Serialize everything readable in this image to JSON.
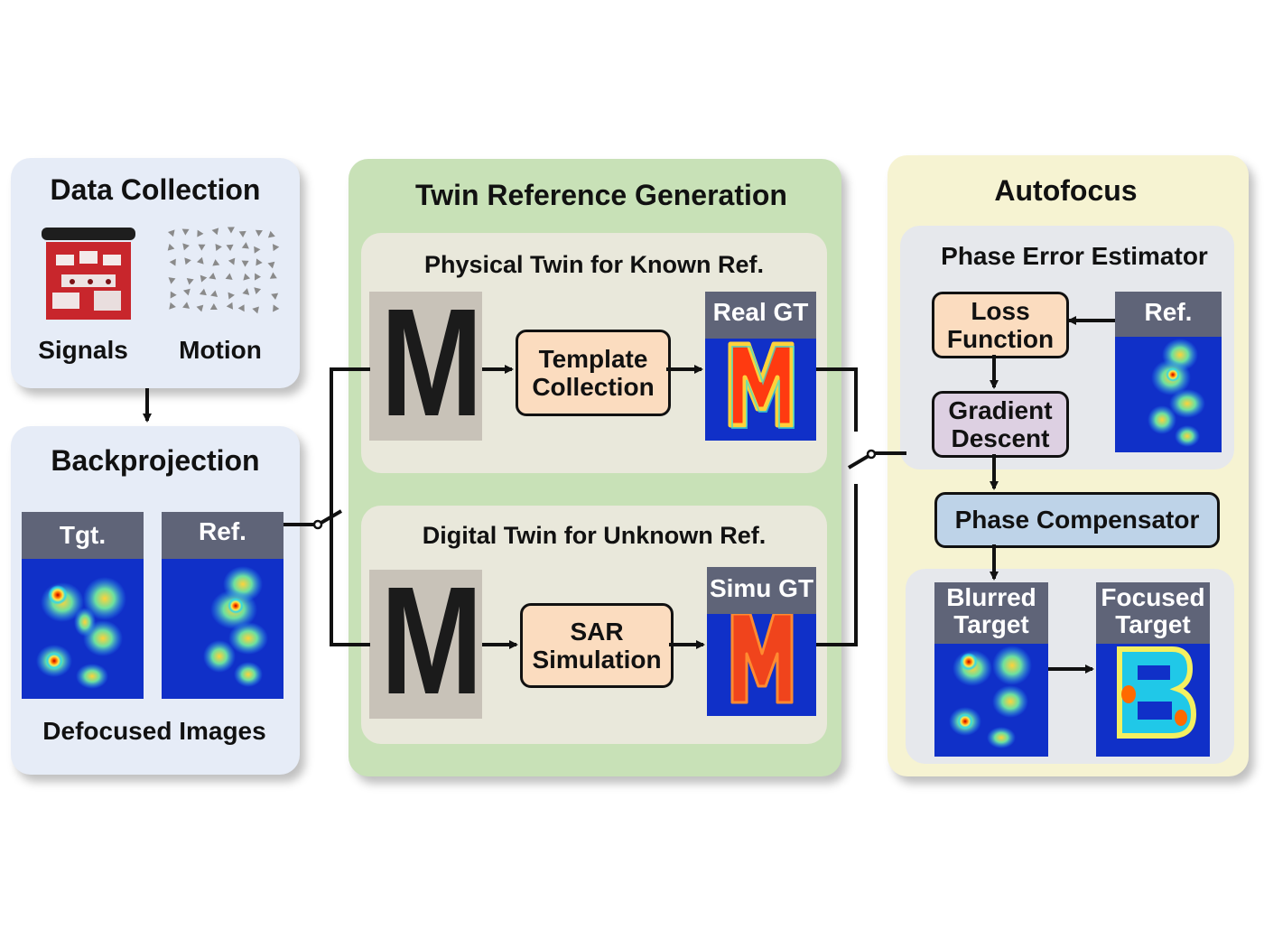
{
  "data_collection": {
    "title": "Data Collection",
    "signals_label": "Signals",
    "motion_label": "Motion"
  },
  "backprojection": {
    "title": "Backprojection",
    "tgt_label": "Tgt.",
    "ref_label": "Ref.",
    "caption": "Defocused Images"
  },
  "twin_reference": {
    "title": "Twin Reference Generation",
    "physical": {
      "title": "Physical Twin for Known Ref.",
      "letter": "M",
      "step_line1": "Template",
      "step_line2": "Collection",
      "gt_label": "Real GT"
    },
    "digital": {
      "title": "Digital Twin for Unknown Ref.",
      "letter": "M",
      "step_line1": "SAR",
      "step_line2": "Simulation",
      "gt_label": "Simu GT"
    }
  },
  "autofocus": {
    "title": "Autofocus",
    "estimator_title": "Phase Error Estimator",
    "loss_line1": "Loss",
    "loss_line2": "Function",
    "gradient_line1": "Gradient",
    "gradient_line2": "Descent",
    "ref_label": "Ref.",
    "compensator": "Phase Compensator",
    "blurred_line1": "Blurred",
    "blurred_line2": "Target",
    "focused_line1": "Focused",
    "focused_line2": "Target"
  },
  "colors": {
    "data_panel": "#e6ecf7",
    "twin_panel": "#c8e1b7",
    "twin_inner": "#e9e8db",
    "autofocus_panel": "#f6f3d2",
    "autofocus_inner": "#e6e8ec",
    "box_orange": "#fbdcbf",
    "box_purple": "#ddd0e2",
    "box_blue": "#bed3e8",
    "heat_bg": "#1030c8"
  }
}
